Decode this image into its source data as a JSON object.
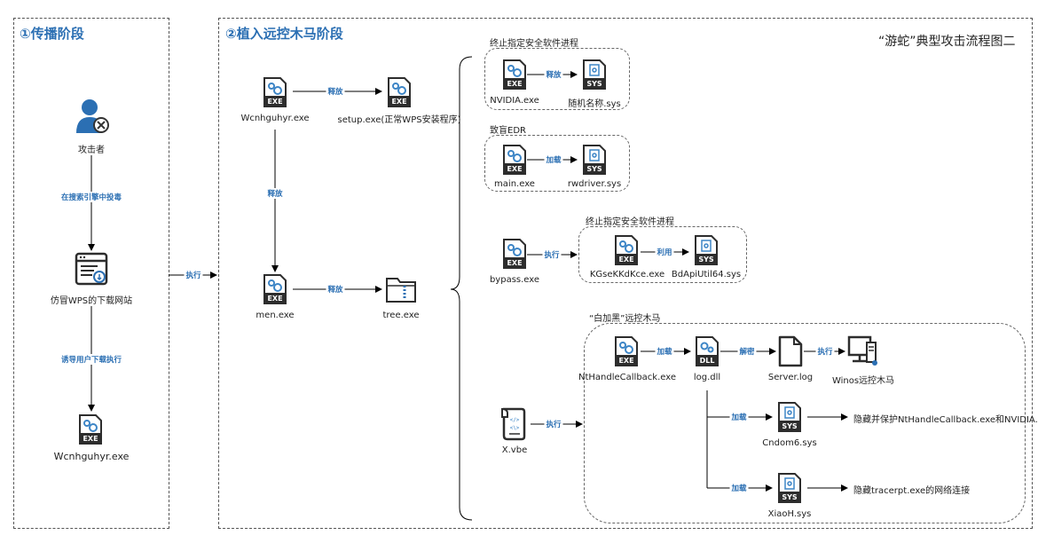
{
  "title": "“游蛇”典型攻击流程图二",
  "phases": {
    "p1": "①传播阶段",
    "p2": "②植入远控木马阶段"
  },
  "nodes": {
    "attacker": "攻击者",
    "site": "仿冒WPS的下载网站",
    "wcn1": "Wcnhguhyr.exe",
    "wcn2": "Wcnhguhyr.exe",
    "setup": "setup.exe(正常WPS安装程序)",
    "men": "men.exe",
    "tree": "tree.exe",
    "nvidia": "NVIDIA.exe",
    "randsys": "随机名称.sys",
    "mainexe": "main.exe",
    "rwdriver": "rwdriver.sys",
    "bypass": "bypass.exe",
    "kgse": "KGseKKdKce.exe",
    "bdapi": "BdApiUtil64.sys",
    "ntcb": "NtHandleCallback.exe",
    "logdll": "log.dll",
    "serverlog": "Server.log",
    "winos": "Winos远控木马",
    "cndom": "Cndom6.sys",
    "xiaoh": "XiaoH.sys",
    "xvbe": "X.vbe"
  },
  "icon_text": {
    "exe": "EXE",
    "sys": "SYS",
    "dll": "DLL"
  },
  "groups": {
    "g1": "终止指定安全软件进程",
    "g2": "致盲EDR",
    "g3": "终止指定安全软件进程",
    "g4": "“白加黑”远控木马"
  },
  "edges": {
    "search": "在搜索引擎中投毒",
    "induce": "诱导用户下载执行",
    "exec_main": "执行",
    "release1": "释放",
    "release2": "释放",
    "release3": "释放",
    "release4": "释放",
    "load1": "加载",
    "exec_bypass": "执行",
    "use": "利用",
    "load2": "加载",
    "decrypt": "解密",
    "exec_server": "执行",
    "load3": "加载",
    "load4": "加载",
    "exec_vbe": "执行"
  },
  "notes": {
    "hide1": "隐藏并保护NtHandleCallback.exe和NVIDIA.exe",
    "hide2": "隐藏tracerpt.exe的网络连接"
  },
  "colors": {
    "accent": "#2b6fb3",
    "dark": "#2d2d2d",
    "gear": "#3d85c6"
  }
}
